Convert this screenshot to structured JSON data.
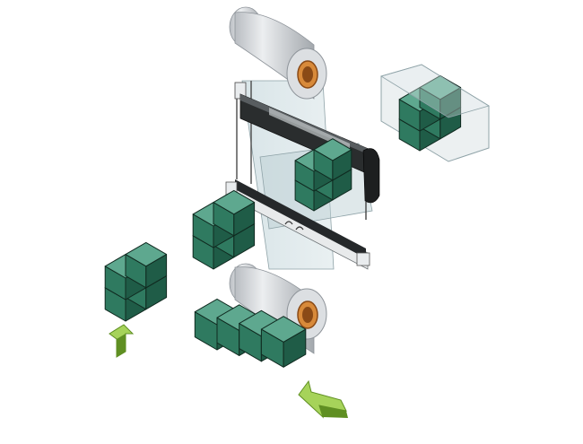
{
  "diagram": {
    "colors": {
      "box_top": "#5ea88f",
      "box_left": "#2f7a60",
      "box_right": "#1f5c47",
      "edge": "#102a20",
      "roll_light": "#e6e8ea",
      "roll_mid": "#c9ccd0",
      "roll_dark": "#9aa0a6",
      "core": "#d88a3a",
      "core_dark": "#8a4a16",
      "film": "#c8d8dc",
      "film_edge": "#8fa3a8",
      "sealer_dark": "#2a2d2e",
      "sealer_light": "#cfd3d5",
      "arrow_light": "#a6d35a",
      "arrow_dark": "#5f8f22"
    },
    "parts": {
      "film_rolls": [
        "upper-film-roll",
        "lower-film-roll"
      ],
      "sealer": [
        "sealing-jaw-assembly",
        "lower-sealing-bar"
      ],
      "product_groups": [
        "stack-at-sealer",
        "stack-left-middle",
        "stack-left-bottom",
        "row-of-four",
        "finished-wrapped-pack"
      ],
      "arrows": [
        "infeed-arrow",
        "upward-arrow"
      ]
    }
  }
}
